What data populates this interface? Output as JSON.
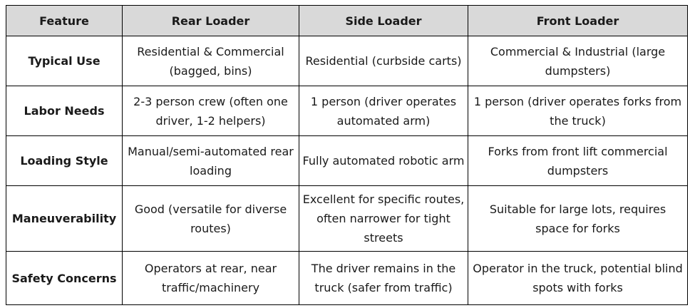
{
  "table": {
    "headers": [
      "Feature",
      "Rear Loader",
      "Side Loader",
      "Front Loader"
    ],
    "rows": [
      {
        "feature": "Typical Use",
        "rear": "Residential & Commercial (bagged, bins)",
        "side": "Residential (curbside carts)",
        "front": "Commercial & Industrial (large dumpsters)"
      },
      {
        "feature": "Labor Needs",
        "rear": "2-3 person crew (often one driver, 1-2 helpers)",
        "side": "1 person (driver operates automated arm)",
        "front": "1 person (driver operates forks from the truck)"
      },
      {
        "feature": "Loading Style",
        "rear": "Manual/semi-automated rear loading",
        "side": "Fully automated robotic arm",
        "front": "Forks from front lift commercial dumpsters"
      },
      {
        "feature": "Maneuverability",
        "rear": "Good (versatile for diverse routes)",
        "side": "Excellent for specific routes, often narrower for tight streets",
        "front": "Suitable for large lots, requires space for forks"
      },
      {
        "feature": "Safety Concerns",
        "rear": "Operators at rear, near traffic/machinery",
        "side": "The driver remains in the truck (safer from traffic)",
        "front": "Operator in the truck, potential blind spots with forks"
      }
    ]
  }
}
